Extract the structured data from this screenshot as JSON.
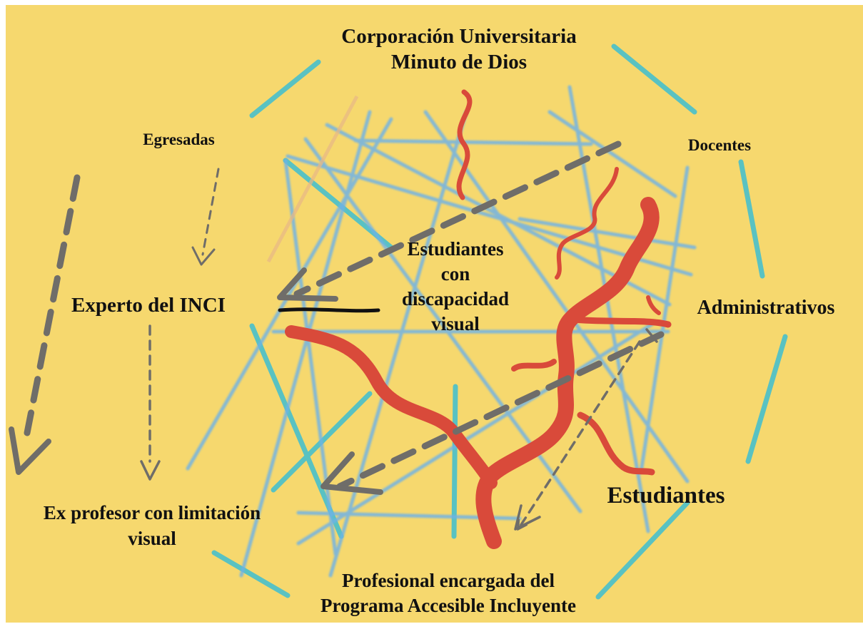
{
  "nodes": {
    "corporacion": [
      "Corporación Universitaria",
      "Minuto de Dios"
    ],
    "egresadas": [
      "Egresadas"
    ],
    "docentes": [
      "Docentes"
    ],
    "experto": [
      "Experto del INCI"
    ],
    "center": [
      "Estudiantes",
      "con",
      "discapacidad",
      "visual"
    ],
    "administrativos": [
      "Administrativos"
    ],
    "estudiantes": [
      "Estudiantes"
    ],
    "ex_profesor": [
      "Ex profesor con limitación",
      "visual"
    ],
    "profesional": [
      "Profesional encargada del",
      "Programa Accesible Incluyente"
    ]
  },
  "colors": {
    "background": "#f6d86e",
    "blue_threads": "#6fb2e6",
    "teal_strips": "#49c0cc",
    "red_roots": "#d94a3a",
    "gray_arrows": "#6f6d69",
    "text": "#111111"
  }
}
